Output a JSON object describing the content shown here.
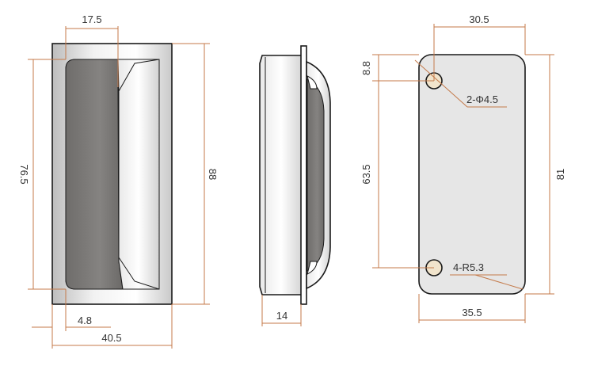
{
  "colors": {
    "dimension": "#c47a4a",
    "outline": "#1a1a1a",
    "cup": "#7d7b79",
    "plate": "#e6e6e6",
    "hole": "#f1e4cc"
  },
  "front_view": {
    "dims": {
      "width_top": "17.5",
      "height_inner": "76.5",
      "height_outer": "88",
      "flange": "4.8",
      "width_outer": "40.5"
    }
  },
  "side_view": {
    "dims": {
      "depth": "14"
    }
  },
  "back_view": {
    "dims": {
      "hole_spacing_x": "30.5",
      "hole_offset_y": "8.8",
      "hole_callout": "2-Φ4.5",
      "hole_spacing_y": "63.5",
      "corner_radius": "4-R5.3",
      "height_outer": "81",
      "width_outer": "35.5"
    }
  }
}
